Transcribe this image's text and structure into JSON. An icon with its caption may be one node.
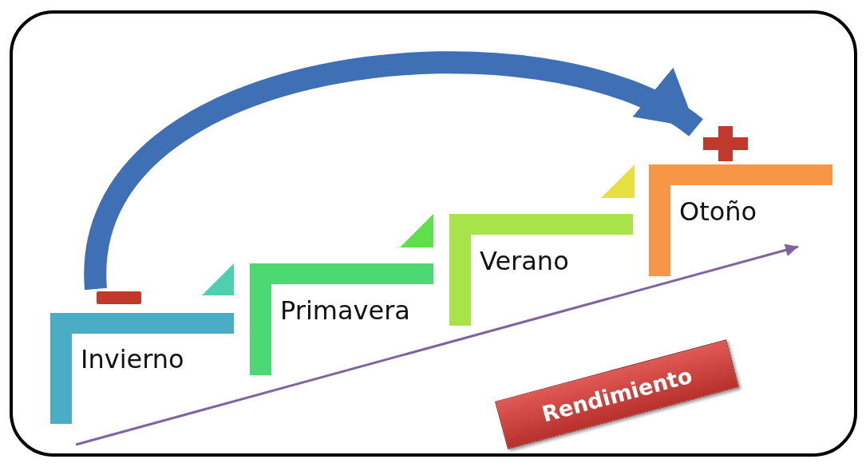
{
  "diagram": {
    "nodes": [
      {
        "text": [
          "Invierno"
        ]
      },
      {
        "text": [
          "Primavera"
        ]
      },
      {
        "text": [
          "Verano"
        ]
      },
      {
        "text": [
          "Otoño"
        ]
      },
      {
        "text": [
          "Rendimiento"
        ]
      }
    ],
    "edges": [
      {
        "from": 0,
        "to": 3,
        "arrow": "to"
      }
    ]
  }
}
